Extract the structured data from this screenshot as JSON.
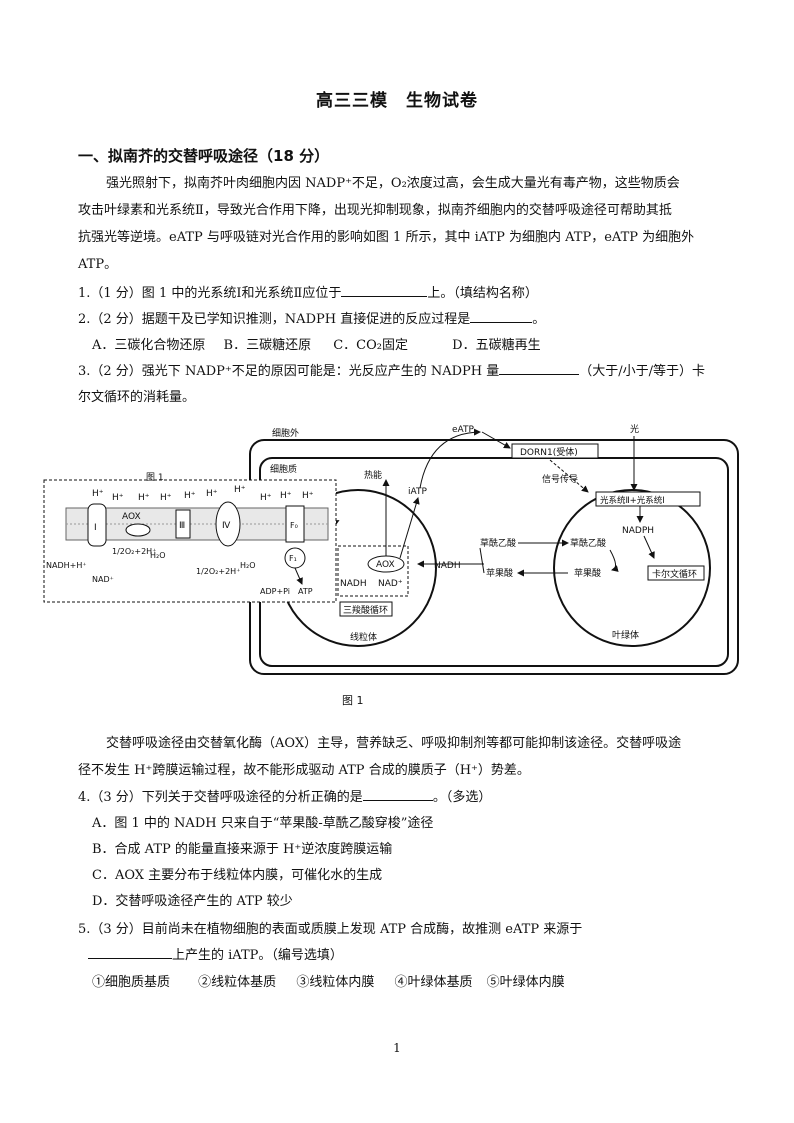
{
  "title": "高三三模　生物试卷",
  "section": "一、拟南芥的交替呼吸途径（18 分）",
  "intro": [
    "强光照射下，拟南芥叶肉细胞内因 NADP⁺不足，O₂浓度过高，会生成大量光有毒产物，这些物质会",
    "攻击叶绿素和光系统Ⅱ，导致光合作用下降，出现光抑制现象，拟南芥细胞内的交替呼吸途径可帮助其抵",
    "抗强光等逆境。eATP 与呼吸链对光合作用的影响如图 1 所示，其中 iATP 为细胞内 ATP，eATP 为细胞外",
    "ATP。"
  ],
  "q1": {
    "before": "1.（1 分）图 1 中的光系统Ⅰ和光系统Ⅱ应位于",
    "after": "上。（填结构名称）"
  },
  "q2": {
    "before": "2.（2 分）据题干及已学知识推测，NADPH 直接促进的反应过程是",
    "after": "。",
    "options": [
      "A．三碳化合物还原",
      "B．三碳糖还原",
      "C．CO₂固定",
      "D．五碳糖再生"
    ]
  },
  "q3": {
    "before": "3.（2 分）强光下 NADP⁺不足的原因可能是：光反应产生的 NADPH 量",
    "after": "（大于/小于/等于）卡",
    "line2": "尔文循环的消耗量。"
  },
  "figure": {
    "caption": "图 1",
    "inset_label": "图 1",
    "outside": "细胞外",
    "cytoplasm": "细胞质",
    "eatp": "eATP",
    "receptor": "DORN1(受体)",
    "light": "光",
    "signal": "信号传导",
    "ps": "光系统Ⅱ+光系统Ⅰ",
    "nadph": "NADPH",
    "calvin": "卡尔文循环",
    "chloroplast": "叶绿体",
    "mito": "线粒体",
    "heat": "热能",
    "iatp": "iATP",
    "oaa": "草酰乙酸",
    "malate": "苹果酸",
    "nadh": "NADH",
    "aox": "AOX",
    "nadh2": "NADH",
    "nadp": "NAD⁺",
    "tca": "三羧酸循环",
    "etc": {
      "h": "H⁺",
      "nadh_h": "NADH+H⁺",
      "nad": "NAD⁺",
      "o2": "1/2O₂+2H⁺",
      "h2o": "H₂O",
      "aox": "AOX",
      "c1": "Ⅰ",
      "c3": "Ⅲ",
      "c4": "Ⅳ",
      "f0": "F₀",
      "f1": "F₁",
      "adp": "ADP+Pi",
      "atp": "ATP"
    }
  },
  "para2": [
    "交替呼吸途径由交替氧化酶（AOX）主导，营养缺乏、呼吸抑制剂等都可能抑制该途径。交替呼吸途",
    "径不发生 H⁺跨膜运输过程，故不能形成驱动 ATP 合成的膜质子（H⁺）势差。"
  ],
  "q4": {
    "before": "4.（3 分）下列关于交替呼吸途径的分析正确的是",
    "after": "。（多选）",
    "options": [
      "A．图 1 中的 NADH 只来自于“苹果酸-草酰乙酸穿梭”途径",
      "B．合成 ATP 的能量直接来源于 H⁺逆浓度跨膜运输",
      "C．AOX 主要分布于线粒体内膜，可催化水的生成",
      "D．交替呼吸途径产生的 ATP 较少"
    ]
  },
  "q5": {
    "line1": "5.（3 分）目前尚未在植物细胞的表面或质膜上发现 ATP 合成酶，故推测 eATP 来源于",
    "after": "上产生的 iATP。（编号选填）",
    "options": [
      "①细胞质基质",
      "②线粒体基质",
      "③线粒体内膜",
      "④叶绿体基质",
      "⑤叶绿体内膜"
    ]
  },
  "page_number": "1"
}
